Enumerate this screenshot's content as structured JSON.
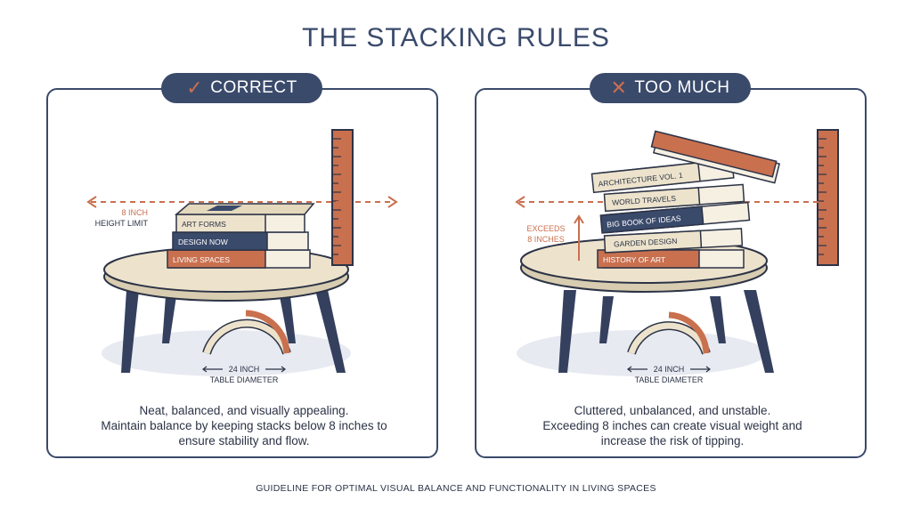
{
  "title": "THE STACKING RULES",
  "footer": "GUIDELINE FOR OPTIMAL VISUAL BALANCE AND FUNCTIONALITY IN LIVING SPACES",
  "colors": {
    "navy": "#3a4a6b",
    "terracotta": "#c9704f",
    "cream": "#ede3cc"
  },
  "left": {
    "badge": "CORRECT",
    "badge_icon": "check-icon",
    "height_label_1": "8 INCH",
    "height_label_2": "HEIGHT LIMIT",
    "books": [
      "ART FORMS",
      "DESIGN NOW",
      "LIVING SPACES"
    ],
    "diameter_1": "24 INCH",
    "diameter_2": "TABLE DIAMETER",
    "desc_1": "Neat, balanced, and visually appealing.",
    "desc_2": "Maintain balance by keeping stacks below 8 inches to",
    "desc_3": "ensure stability and flow."
  },
  "right": {
    "badge": "TOO MUCH",
    "badge_icon": "cross-icon",
    "exceeds_1": "EXCEEDS",
    "exceeds_2": "8 INCHES",
    "books": [
      "ARCHITECTURE VOL. 1",
      "WORLD TRAVELS",
      "BIG BOOK OF IDEAS",
      "GARDEN DESIGN",
      "HISTORY OF ART"
    ],
    "diameter_1": "24 INCH",
    "diameter_2": "TABLE DIAMETER",
    "desc_1": "Cluttered, unbalanced, and unstable.",
    "desc_2": "Exceeding 8 inches can create visual weight and",
    "desc_3": "increase the risk of tipping."
  }
}
